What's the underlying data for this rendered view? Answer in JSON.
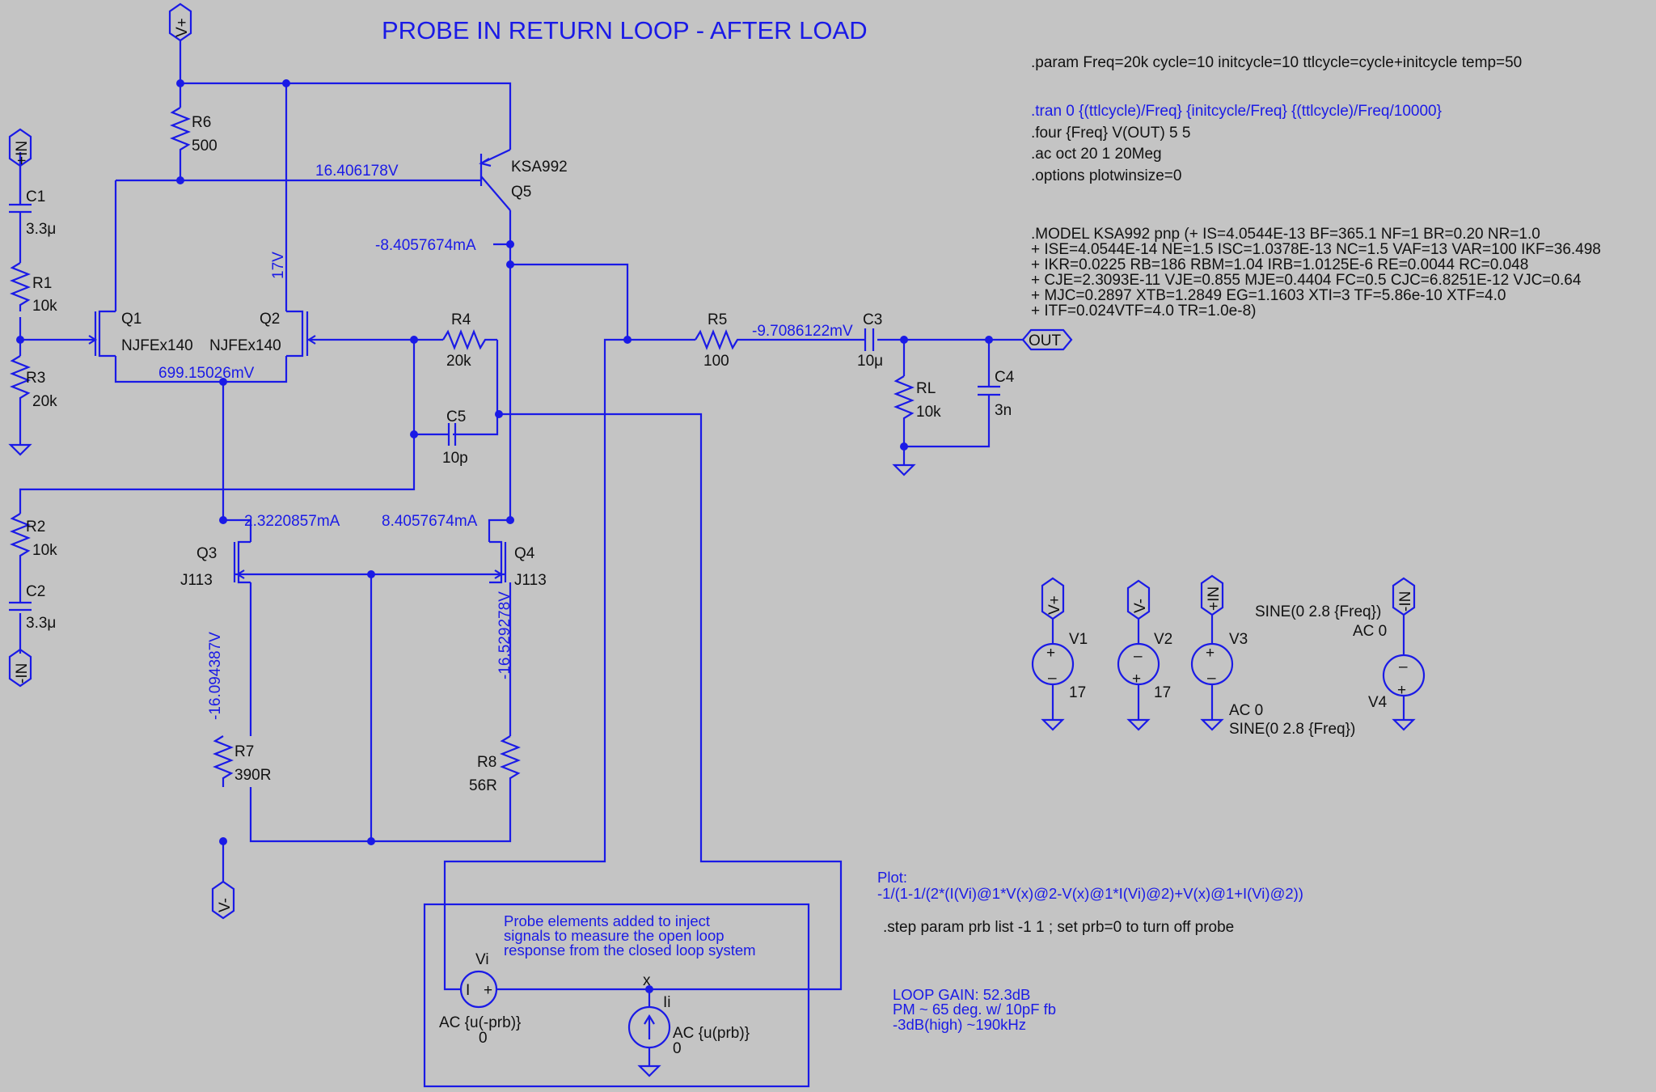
{
  "title": "PROBE IN RETURN LOOP - AFTER LOAD",
  "directives": {
    "param": ".param Freq=20k cycle=10 initcycle=10 ttlcycle=cycle+initcycle temp=50",
    "tran": ".tran 0 {(ttlcycle)/Freq} {initcycle/Freq} {(ttlcycle)/Freq/10000}",
    "four": ".four {Freq} V(OUT) 5 5",
    "ac": ".ac oct 20 1 20Meg",
    "options": ".options plotwinsize=0",
    "model": [
      ".MODEL KSA992 pnp (+ IS=4.0544E-13 BF=365.1 NF=1 BR=0.20 NR=1.0",
      "+ ISE=4.0544E-14 NE=1.5 ISC=1.0378E-13 NC=1.5 VAF=13 VAR=100 IKF=36.498",
      "+ IKR=0.0225 RB=186 RBM=1.04 IRB=1.0125E-6 RE=0.0044 RC=0.048",
      "+ CJE=2.3093E-11 VJE=0.855 MJE=0.4404 FC=0.5 CJC=6.8251E-12 VJC=0.64",
      "+ MJC=0.2897 XTB=1.2849 EG=1.1603 XTI=3 TF=5.86e-10 XTF=4.0",
      "+ ITF=0.024VTF=4.0 TR=1.0e-8)"
    ],
    "plot_label": "Plot:",
    "plot_expr": "-1/(1-1/(2*(I(Vi)@1*V(x)@2-V(x)@1*I(Vi)@2)+V(x)@1+I(Vi)@2))",
    "step": ".step param prb list -1 1 ; set prb=0 to turn off probe"
  },
  "probe_note": [
    "Probe elements added to  inject",
    "signals to measure the open loop",
    "response from the closed loop system"
  ],
  "results": [
    "LOOP GAIN: 52.3dB",
    "PM ~ 65 deg. w/ 10pF fb",
    "-3dB(high) ~190kHz"
  ],
  "flags": {
    "vplus": "V+",
    "vminus": "V-",
    "inplus": "+IN",
    "inminus": "-IN",
    "out": "OUT",
    "x": "x"
  },
  "components": {
    "R6": {
      "name": "R6",
      "value": "500"
    },
    "R1": {
      "name": "R1",
      "value": "10k"
    },
    "R3": {
      "name": "R3",
      "value": "20k"
    },
    "R2": {
      "name": "R2",
      "value": "10k"
    },
    "R4": {
      "name": "R4",
      "value": "20k"
    },
    "R5": {
      "name": "R5",
      "value": "100"
    },
    "RL": {
      "name": "RL",
      "value": "10k"
    },
    "R7": {
      "name": "R7",
      "value": "390R"
    },
    "R8": {
      "name": "R8",
      "value": "56R"
    },
    "C1": {
      "name": "C1",
      "value": "3.3μ"
    },
    "C2": {
      "name": "C2",
      "value": "3.3μ"
    },
    "C3": {
      "name": "C3",
      "value": "10μ"
    },
    "C4": {
      "name": "C4",
      "value": "3n"
    },
    "C5": {
      "name": "C5",
      "value": "10p"
    },
    "Q1": {
      "name": "Q1",
      "value": "NJFEx140"
    },
    "Q2": {
      "name": "Q2",
      "value": "NJFEx140"
    },
    "Q3": {
      "name": "Q3",
      "value": "J113"
    },
    "Q4": {
      "name": "Q4",
      "value": "J113"
    },
    "Q5": {
      "name": "Q5",
      "value": "KSA992"
    },
    "V1": {
      "name": "V1",
      "value": "17"
    },
    "V2": {
      "name": "V2",
      "value": "17"
    },
    "V3": {
      "name": "V3",
      "ac": "AC 0",
      "sine": "SINE(0 2.8 {Freq})"
    },
    "V4": {
      "name": "V4",
      "ac": "AC 0",
      "sine": "SINE(0 2.8 {Freq})"
    },
    "Vi": {
      "name": "Vi",
      "ac": "AC {u(-prb)}",
      "dc": "0"
    },
    "Ii": {
      "name": "Ii",
      "ac": "AC {u(prb)}",
      "dc": "0"
    }
  },
  "operating_point": {
    "base_q5": "16.406178V",
    "q2_drain": "17V",
    "q5_collector_current": "-8.4057674mA",
    "source_node": "699.15026mV",
    "r5_node": "-9.7086122mV",
    "q3_drain_current": "2.3220857mA",
    "q4_drain_current": "8.4057674mA",
    "q3_source": "-16.094387V",
    "q4_source": "-16.529278V"
  }
}
